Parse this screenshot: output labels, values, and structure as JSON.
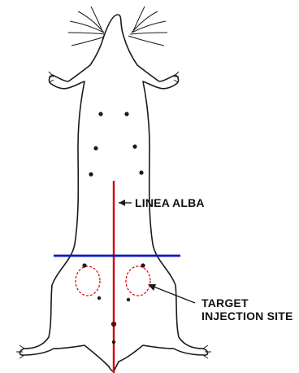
{
  "diagram": {
    "labels": {
      "linea_alba": "LINEA ALBA",
      "target_line1": "TARGET",
      "target_line2": "INJECTION SITE"
    },
    "colors": {
      "outline": "#1a1a1a",
      "midline": "#d40000",
      "horizontal_line": "#0a14c8",
      "injection_circle": "#d40000",
      "background": "#ffffff"
    },
    "icons": {
      "arrow": "arrow-left-icon"
    }
  }
}
